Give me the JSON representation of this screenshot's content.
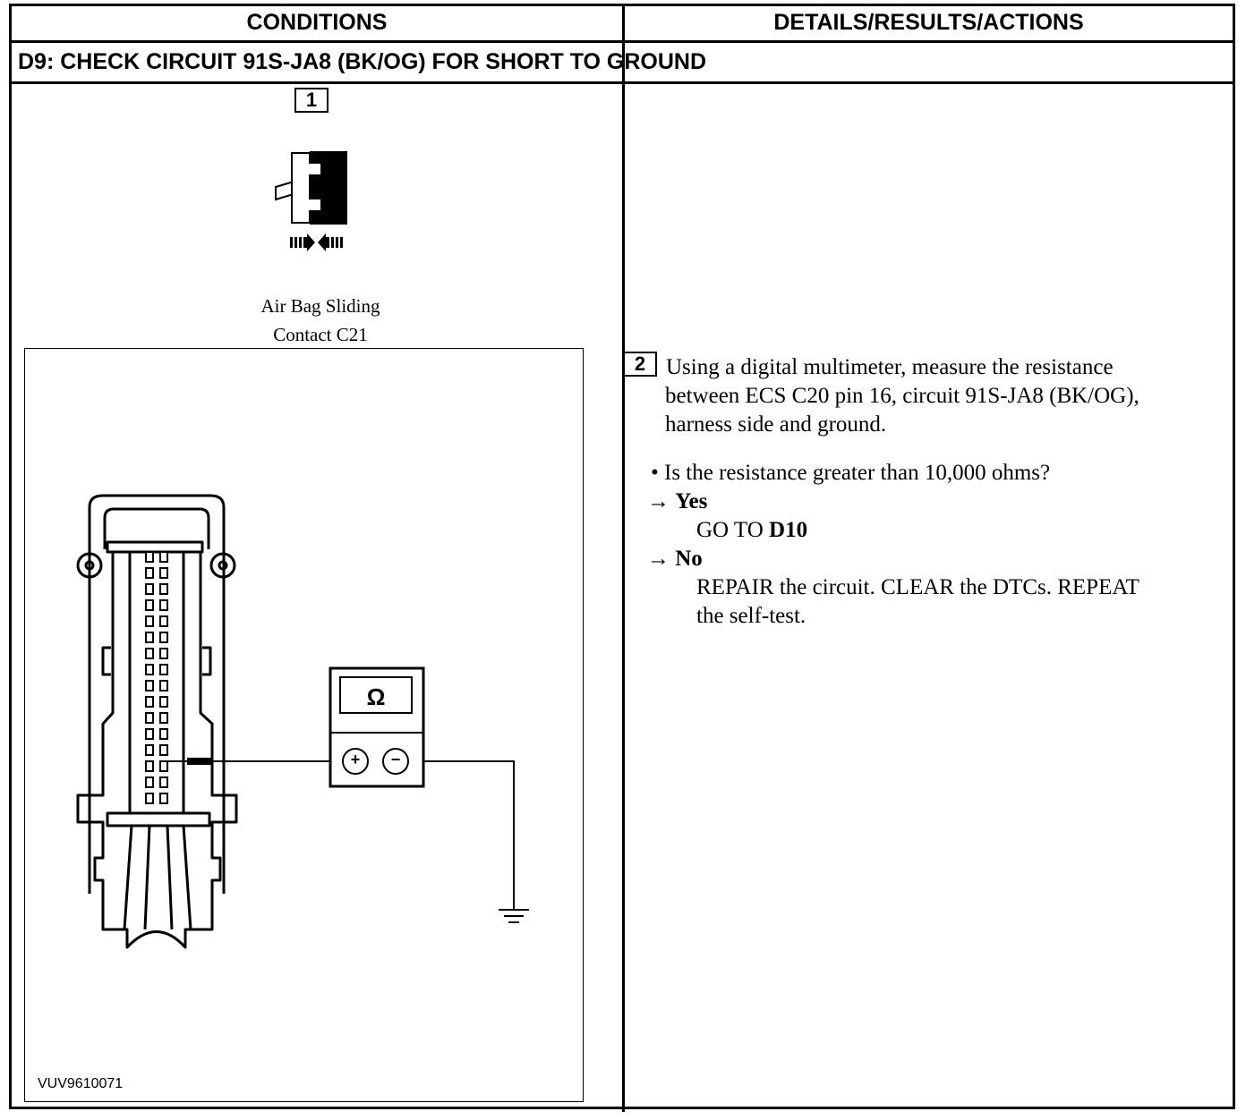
{
  "header": {
    "left": "CONDITIONS",
    "right": "DETAILS/RESULTS/ACTIONS"
  },
  "step": {
    "title": "D9: CHECK CIRCUIT 91S-JA8 (BK/OG) FOR SHORT TO GROUND"
  },
  "conditions": {
    "step1_number": "1",
    "connector_icon": "disconnect-connector-icon",
    "connector_caption_line1": "Air Bag Sliding",
    "connector_caption_line2": "Contact C21",
    "figure_id": "VUV9610071",
    "meter_symbol": "Ω",
    "meter_plus": "+",
    "meter_minus": "−"
  },
  "details": {
    "step2_number": "2",
    "instruction_line1": "Using a digital multimeter, measure the resistance",
    "instruction_line2": "between ECS C20 pin 16, circuit 91S-JA8 (BK/OG),",
    "instruction_line3": "harness side and ground.",
    "question": "• Is the resistance greater than 10,000 ohms?",
    "arrow": "→",
    "yes_label": "Yes",
    "yes_action_prefix": "GO TO ",
    "yes_action_target": "D10",
    "no_label": "No",
    "no_action_line1": "REPAIR the circuit. CLEAR the DTCs. REPEAT",
    "no_action_line2": "the self-test."
  }
}
